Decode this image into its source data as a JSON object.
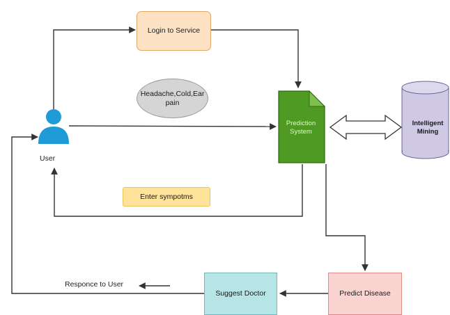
{
  "nodes": {
    "login": "Login to Service",
    "symptoms_ellipse": "Headache,Cold,Ear pain",
    "user": "User",
    "prediction_system": "Prediction System",
    "intelligent_mining": "Intelligent Mining",
    "enter_symptoms": "Enter sympotms",
    "predict_disease": "Predict Disease",
    "suggest_doctor": "Suggest Doctor",
    "response_to_user": "Responce to User"
  },
  "colors": {
    "login_fill": "#fde3c3",
    "ellipse_fill": "#d5d5d5",
    "user_icon": "#1e9bd7",
    "prediction_fill": "#4f9a23",
    "mining_fill": "#cfc9e6",
    "enter_fill": "#ffe39a",
    "predict_fill": "#fbd4d2",
    "suggest_fill": "#b7e4e4",
    "line": "#333333"
  }
}
